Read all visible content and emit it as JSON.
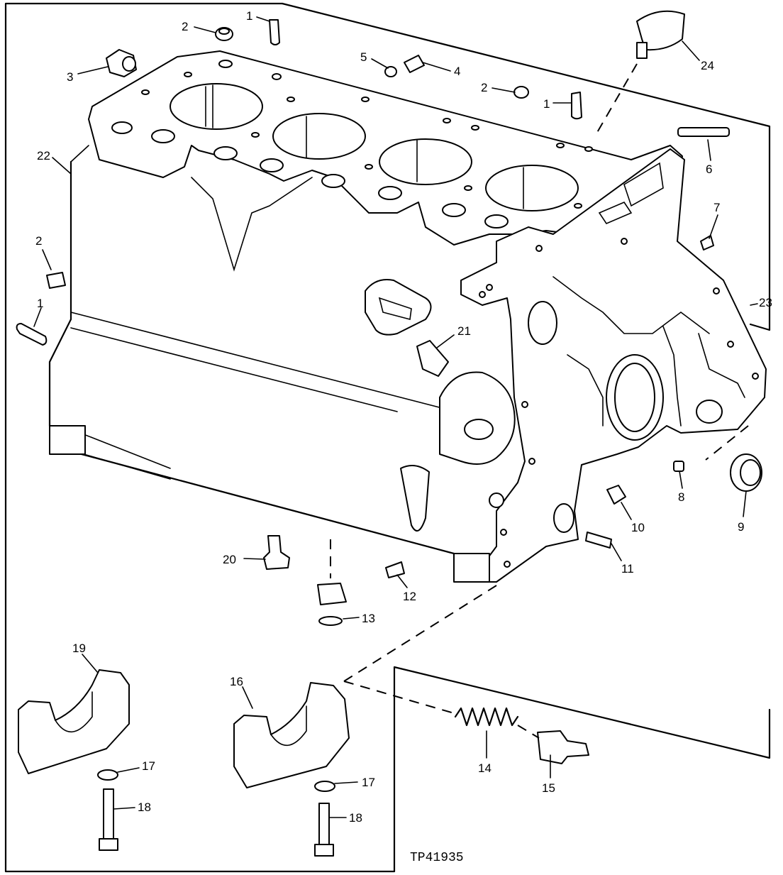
{
  "figure_code": "TP41935",
  "callouts": [
    {
      "id": "c1a",
      "text": "1"
    },
    {
      "id": "c2a",
      "text": "2"
    },
    {
      "id": "c3",
      "text": "3"
    },
    {
      "id": "c5",
      "text": "5"
    },
    {
      "id": "c4",
      "text": "4"
    },
    {
      "id": "c2b",
      "text": "2"
    },
    {
      "id": "c1b",
      "text": "1"
    },
    {
      "id": "c24",
      "text": "24"
    },
    {
      "id": "c22",
      "text": "22"
    },
    {
      "id": "c6",
      "text": "6"
    },
    {
      "id": "c7",
      "text": "7"
    },
    {
      "id": "c2c",
      "text": "2"
    },
    {
      "id": "c1c",
      "text": "1"
    },
    {
      "id": "c23",
      "text": "23"
    },
    {
      "id": "c21",
      "text": "21"
    },
    {
      "id": "c8",
      "text": "8"
    },
    {
      "id": "c9",
      "text": "9"
    },
    {
      "id": "c10",
      "text": "10"
    },
    {
      "id": "c11",
      "text": "11"
    },
    {
      "id": "c20",
      "text": "20"
    },
    {
      "id": "c12",
      "text": "12"
    },
    {
      "id": "c13",
      "text": "13"
    },
    {
      "id": "c19",
      "text": "19"
    },
    {
      "id": "c16",
      "text": "16"
    },
    {
      "id": "c17a",
      "text": "17"
    },
    {
      "id": "c18a",
      "text": "18"
    },
    {
      "id": "c17b",
      "text": "17"
    },
    {
      "id": "c18b",
      "text": "18"
    },
    {
      "id": "c14",
      "text": "14"
    },
    {
      "id": "c15",
      "text": "15"
    }
  ]
}
